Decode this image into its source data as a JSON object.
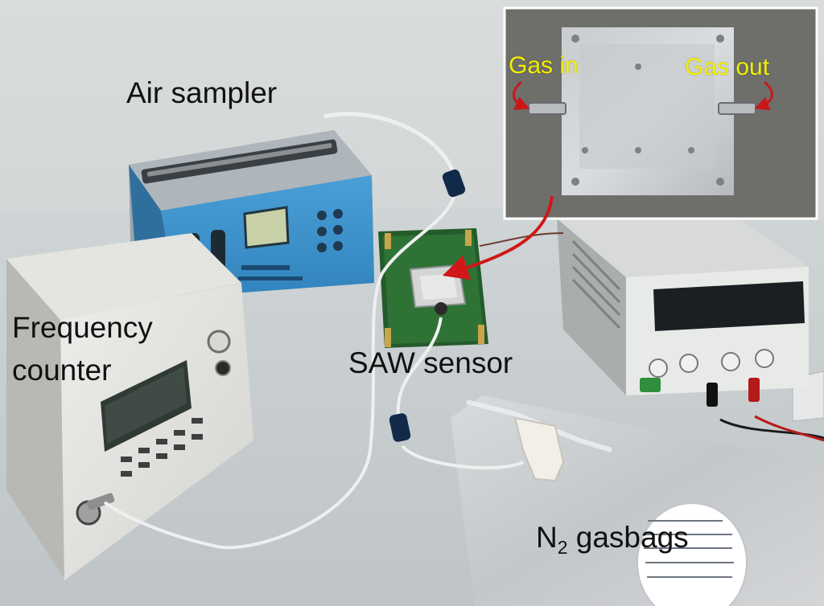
{
  "labels": {
    "air_sampler": "Air sampler",
    "frequency_counter_line1": "Frequency",
    "frequency_counter_line2": "counter",
    "saw_sensor": "SAW sensor",
    "gasbags_prefix": "N",
    "gasbags_subscript": "2",
    "gasbags_suffix": " gasbags"
  },
  "inset": {
    "gas_in": "Gas in",
    "gas_out": "Gas out"
  },
  "colors": {
    "arrow": "#d01818",
    "inset_text": "#f2ee00",
    "label_text": "#111111"
  }
}
